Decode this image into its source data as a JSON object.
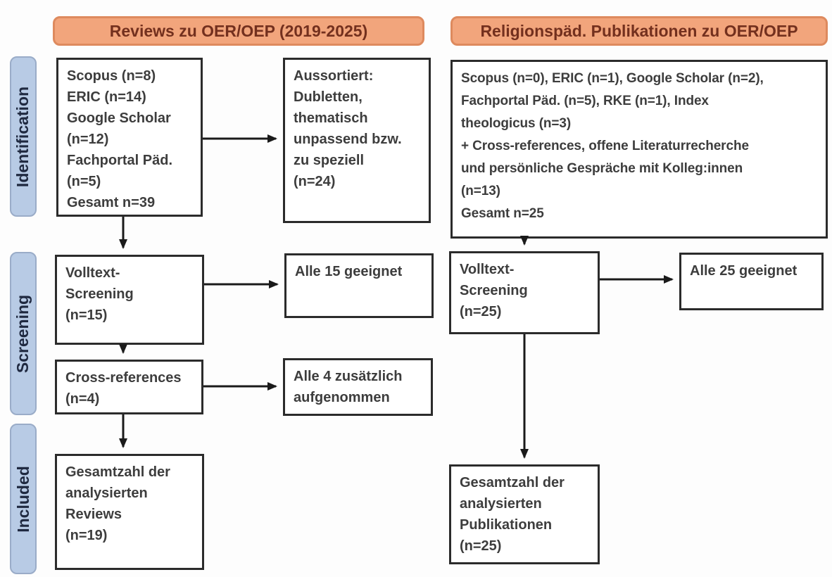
{
  "headers": {
    "left": "Reviews zu OER/OEP (2019-2025)",
    "right": "Religionspäd. Publikationen zu OER/OEP"
  },
  "stages": [
    {
      "label": "Identification"
    },
    {
      "label": "Screening"
    },
    {
      "label": "Included"
    }
  ],
  "left_flow": {
    "sources": [
      "Scopus (n=8)",
      "ERIC (n=14)",
      "Google Scholar",
      "(n=12)",
      "Fachportal Päd.",
      "(n=5)",
      "Gesamt n=39"
    ],
    "excluded": [
      "Aussortiert:",
      "Dubletten,",
      "thematisch",
      "unpassend bzw.",
      "zu speziell",
      "(n=24)"
    ],
    "fulltext": [
      "Volltext-",
      "Screening",
      "(n=15)"
    ],
    "fulltext_result": "Alle 15 geeignet",
    "crossref": [
      "Cross-references",
      "(n=4)"
    ],
    "crossref_result": [
      "Alle 4 zusätzlich",
      "aufgenommen"
    ],
    "included": [
      "Gesamtzahl der",
      "analysierten",
      "Reviews",
      "(n=19)"
    ]
  },
  "right_flow": {
    "sources": [
      "Scopus (n=0), ERIC (n=1), Google Scholar (n=2),",
      "Fachportal Päd. (n=5), RKE (n=1), Index",
      "theologicus (n=3)",
      "+ Cross-references, offene Literaturrecherche",
      "und persönliche Gespräche mit Kolleg:innen",
      "(n=13)",
      "Gesamt n=25"
    ],
    "fulltext": [
      "Volltext-",
      "Screening",
      "(n=25)"
    ],
    "fulltext_result": "Alle 25 geeignet",
    "included": [
      "Gesamtzahl der",
      "analysierten",
      "Publikationen",
      "(n=25)"
    ]
  },
  "colors": {
    "page_bg": "#FDFDFD",
    "header_fill": "#F2A57C",
    "header_border": "#DE8A5E",
    "header_text": "#73301E",
    "stage_fill": "#B8CBE5",
    "stage_border": "#9AACC8",
    "stage_text": "#1F2940",
    "box_border": "#2B2B2B",
    "box_text": "#3D3D3D",
    "arrow": "#1A1A1A"
  }
}
